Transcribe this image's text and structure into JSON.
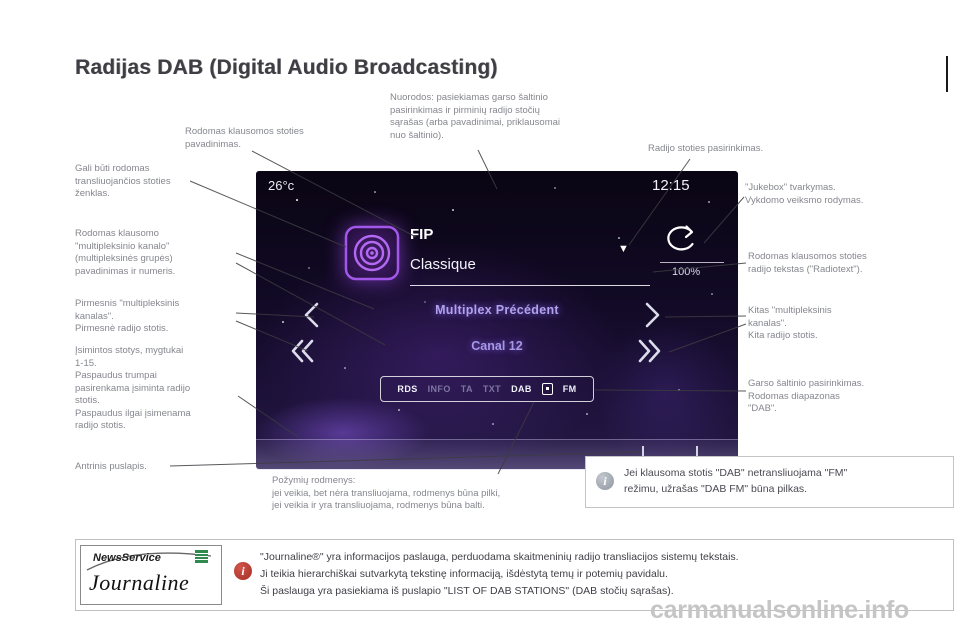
{
  "page": {
    "title": "Radijas DAB (Digital Audio Broadcasting)",
    "watermark": "carmanualsonline.info"
  },
  "display": {
    "temperature": "26°c",
    "time": "12:15",
    "station": "FIP",
    "radiotext": "Classique",
    "multiplex": "Multiplex Précédent",
    "channel": "Canal 12",
    "percent": "100%",
    "indicators": [
      "RDS",
      "INFO",
      "TA",
      "TXT",
      "DAB",
      "FM"
    ]
  },
  "icons": {
    "info": "i",
    "station_select_arrow": "▼"
  },
  "callouts": {
    "station_logo": "Gali būti rodomas\ntransliuojančios stoties\nženklas.",
    "station_name": "Rodomas klausomos stoties\npavadinimas.",
    "shortcuts": "Nuorodos: pasiekiamas garso šaltinio\npasirinkimas ir pirminių radijo stočių\nsąrašas (arba pavadinimai, priklausomai\nnuo šaltinio).",
    "station_select": "Radijo stoties pasirinkimas.",
    "jukebox": "\"Jukebox\" tvarkymas.\nVykdomo veiksmo rodymas.",
    "radiotext": "Rodomas klausomos stoties\nradijo tekstas (\"Radiotext\").",
    "next_channel": "Kitas \"multipleksinis\nkanalas\".\nKita radijo stotis.",
    "source_band": "Garso šaltinio pasirinkimas.\nRodomas diapazonas\n\"DAB\".",
    "multiplex_info": "Rodomas klausomo\n\"multipleksinio kanalo\"\n(multipleksinės grupės)\npavadinimas ir numeris.",
    "previous_channel": "Pirmesnis \"multipleksinis\nkanalas\".\nPirmesnė radijo stotis.",
    "presets": "Įsimintos stotys, mygtukai\n1-15.\nPaspaudus trumpai\npasirenkama įsiminta radijo\nstotis.\nPaspaudus ilgai įsimenama\nradijo stotis.",
    "secondary_page": "Antrinis puslapis.",
    "indicators_note": "Požymių rodmenys:\njei veikia, bet nėra transliuojama, rodmenys būna pilki,\njei veikia ir yra transliuojama, rodmenys būna balti."
  },
  "info_note": {
    "text": "Jei klausoma stotis \"DAB\" netransliuojama \"FM\"\nrežimu, užrašas \"DAB FM\" būna pilkas."
  },
  "journaline": {
    "brand_top": "NewsService",
    "brand_main": "Journaline",
    "text": "\"Journaline®\" yra informacijos paslauga, perduodama skaitmeninių radijo transliacijos sistemų tekstais.\nJi teikia hierarchiškai sutvarkytą tekstinę informaciją, išdėstytą temų ir potemių pavidalu.\nŠi paslauga yra pasiekiama iš puslapio \"LIST OF DAB STATIONS\" (DAB stočių sąrašas)."
  }
}
